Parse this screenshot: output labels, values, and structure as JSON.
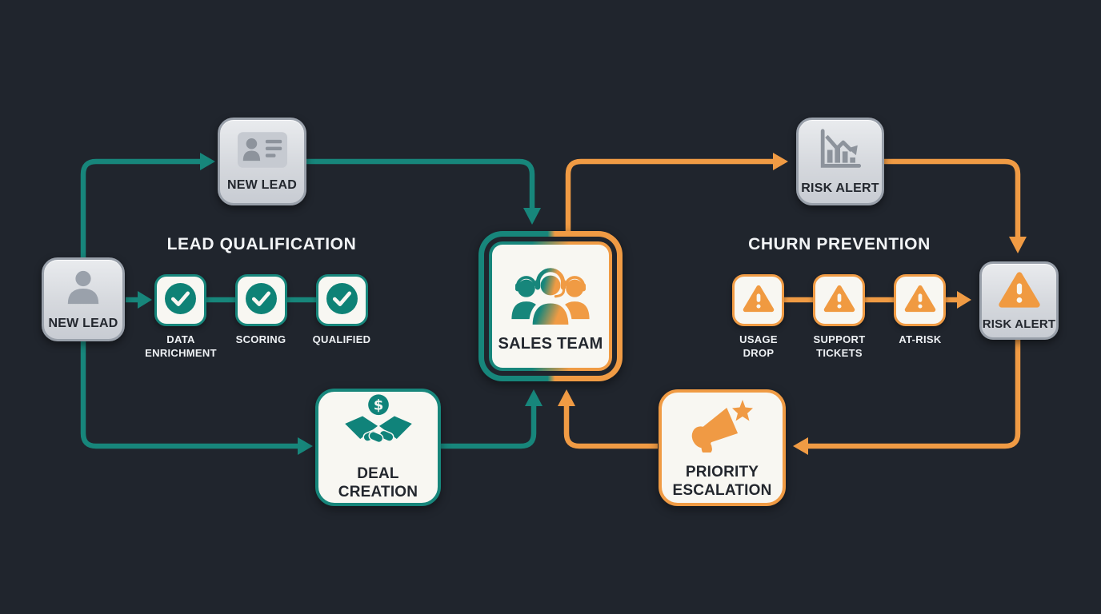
{
  "colors": {
    "background": "#20252d",
    "teal": "#17867b",
    "orange": "#f09b44",
    "gray_node_fill": "#d9dce1",
    "gray_node_border": "#99a0aa",
    "card_fill": "#f8f7f2",
    "dark_text": "#23272e",
    "light_text": "#f2f4f6"
  },
  "left_flow": {
    "title": "LEAD QUALIFICATION",
    "source_node": {
      "label": "NEW LEAD",
      "icon": "person-icon"
    },
    "top_node": {
      "label": "NEW LEAD",
      "icon": "id-card-icon"
    },
    "steps": [
      {
        "label": "DATA\nENRICHMENT",
        "icon": "check-icon"
      },
      {
        "label": "SCORING",
        "icon": "check-icon"
      },
      {
        "label": "QUALIFIED",
        "icon": "check-icon"
      }
    ],
    "deal_node": {
      "label": "DEAL\nCREATION",
      "icon": "handshake-dollar-icon"
    }
  },
  "center": {
    "label": "SALES TEAM",
    "icon": "team-headset-icon"
  },
  "right_flow": {
    "title": "CHURN PREVENTION",
    "top_node": {
      "label": "RISK ALERT",
      "icon": "declining-chart-icon"
    },
    "steps": [
      {
        "label": "USAGE\nDROP",
        "icon": "warning-icon"
      },
      {
        "label": "SUPPORT\nTICKETS",
        "icon": "warning-icon"
      },
      {
        "label": "AT-RISK",
        "icon": "warning-icon"
      }
    ],
    "risk_node": {
      "label": "RISK ALERT",
      "icon": "warning-icon"
    },
    "escalation_node": {
      "label": "PRIORITY\nESCALATION",
      "icon": "megaphone-star-icon"
    }
  }
}
